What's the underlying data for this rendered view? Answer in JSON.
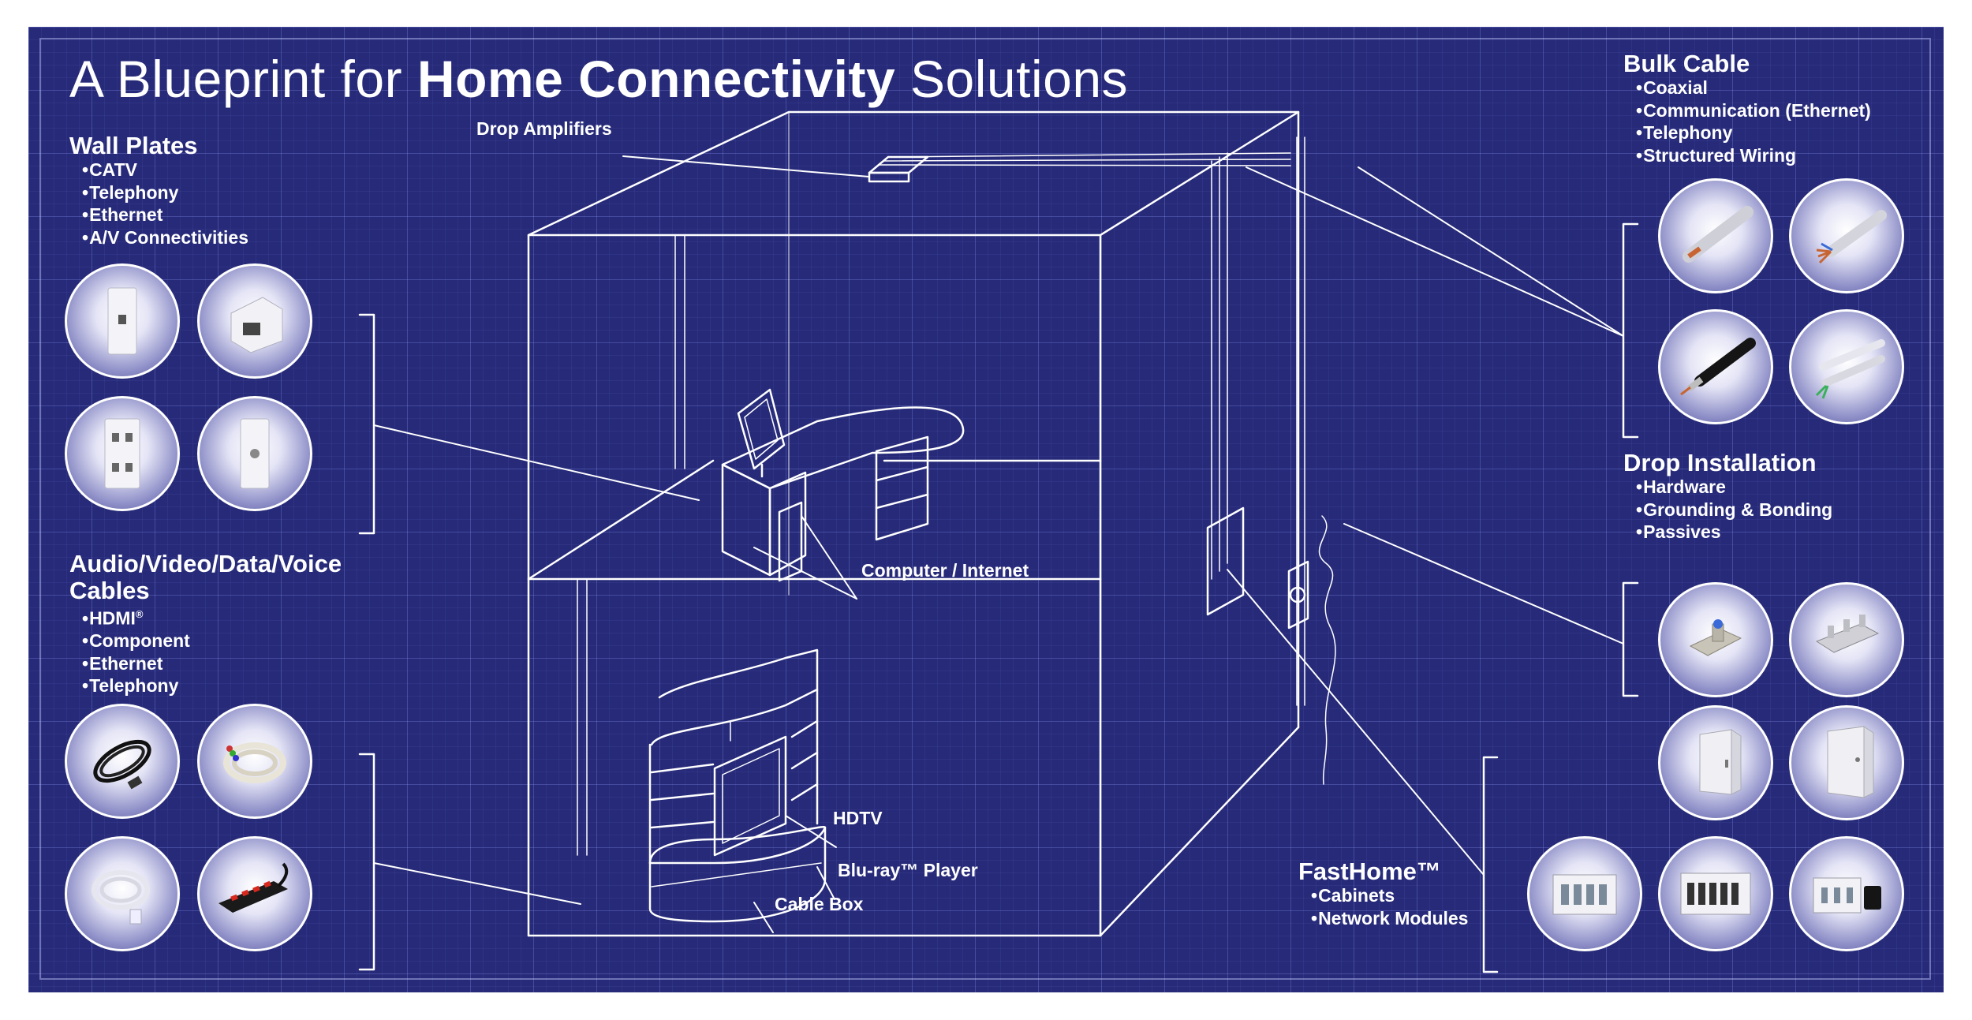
{
  "title": {
    "prefix": "A Blueprint for ",
    "bold": "Home Connectivity",
    "suffix": " Solutions"
  },
  "wall_plates": {
    "heading": "Wall Plates",
    "items": [
      "CATV",
      "Telephony",
      "Ethernet",
      "A/V Connectivities"
    ]
  },
  "av_cables": {
    "heading_line1": "Audio/Video/Data/Voice",
    "heading_line2": "Cables",
    "hdmi": "HDMI",
    "hdmi_mark": "®",
    "items": [
      "Component",
      "Ethernet",
      "Telephony"
    ]
  },
  "bulk_cable": {
    "heading": "Bulk Cable",
    "items": [
      "Coaxial",
      "Communication (Ethernet)",
      "Telephony",
      "Structured Wiring"
    ]
  },
  "drop_installation": {
    "heading": "Drop Installation",
    "items": [
      "Hardware",
      "Grounding & Bonding",
      "Passives"
    ]
  },
  "fasthome": {
    "heading": "FastHome™",
    "items": [
      "Cabinets",
      "Network Modules"
    ]
  },
  "callouts": {
    "drop_amplifiers": "Drop Amplifiers",
    "computer_internet": "Computer / Internet",
    "hdtv": "HDTV",
    "bluray": "Blu-ray™ Player",
    "cable_box": "Cable Box"
  },
  "colors": {
    "board": "#262a78",
    "line": "#ffffff",
    "accent_red": "#d8281e"
  },
  "icons": {
    "wall_plates": [
      "single-jack-wall-plate-icon",
      "keystone-jack-icon",
      "quad-jack-wall-plate-icon",
      "coax-wall-plate-icon"
    ],
    "av_cables": [
      "hdmi-cable-icon",
      "component-cable-icon",
      "ethernet-cable-icon",
      "power-strip-icon"
    ],
    "bulk_cable": [
      "coaxial-cable-icon",
      "ethernet-bulk-cable-icon",
      "black-coax-cable-icon",
      "structured-wiring-cable-icon"
    ],
    "drop_installation": [
      "ground-block-icon",
      "splitter-icon"
    ],
    "fasthome": [
      "cabinet-small-icon",
      "cabinet-large-icon",
      "network-module-a-icon",
      "network-module-b-icon",
      "network-module-c-icon"
    ]
  }
}
